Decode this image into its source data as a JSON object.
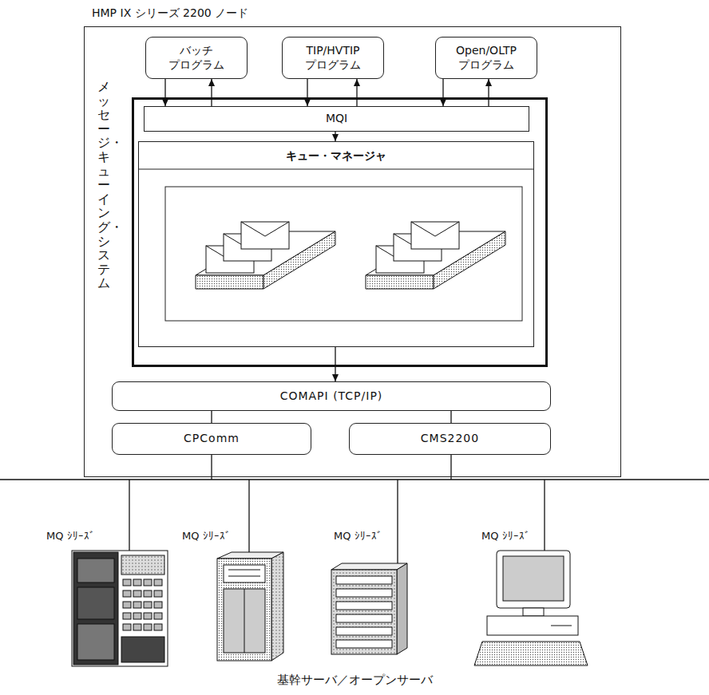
{
  "diagram": {
    "nodes": [
      {
        "text": [
          "HMP IX シリーズ 2200 ノード"
        ]
      },
      {
        "text": [
          "バッチ プログラム"
        ],
        "in": 0
      },
      {
        "text": [
          "TIP/HVTIP プログラム"
        ],
        "in": 0
      },
      {
        "text": [
          "Open/OLTP プログラム"
        ],
        "in": 0
      },
      {
        "text": [
          "メッセージ・キューイング・システム"
        ],
        "in": 0
      },
      {
        "text": [
          "MQI"
        ],
        "in": 4
      },
      {
        "text": [
          "キュー・マネージャ"
        ],
        "in": 4
      },
      {
        "text": [
          "COMAPI (TCP/IP)"
        ],
        "in": 0
      },
      {
        "text": [
          "CPComm"
        ],
        "in": 0
      },
      {
        "text": [
          "CMS2200"
        ],
        "in": 0
      }
    ],
    "edges": [
      {
        "from": 1,
        "to": 5,
        "arrow": "to"
      },
      {
        "from": 5,
        "to": 1,
        "arrow": "to"
      },
      {
        "from": 2,
        "to": 5,
        "arrow": "to"
      },
      {
        "from": 5,
        "to": 2,
        "arrow": "to"
      },
      {
        "from": 3,
        "to": 5,
        "arrow": "to"
      },
      {
        "from": 5,
        "to": 3,
        "arrow": "to"
      },
      {
        "from": 5,
        "to": 6,
        "arrow": "to"
      },
      {
        "from": 6,
        "to": 7,
        "arrow": "to"
      },
      {
        "from": 7,
        "to": 8,
        "arrow": "none"
      },
      {
        "from": 7,
        "to": 9,
        "arrow": "none"
      }
    ],
    "labels": [
      "MQ ｼﾘｰｽﾞ",
      "MQ ｼﾘｰｽﾞ",
      "MQ ｼﾘｰｽﾞ",
      "MQ ｼﾘｰｽﾞ",
      "基幹サーバ／オープンサーバ"
    ]
  }
}
